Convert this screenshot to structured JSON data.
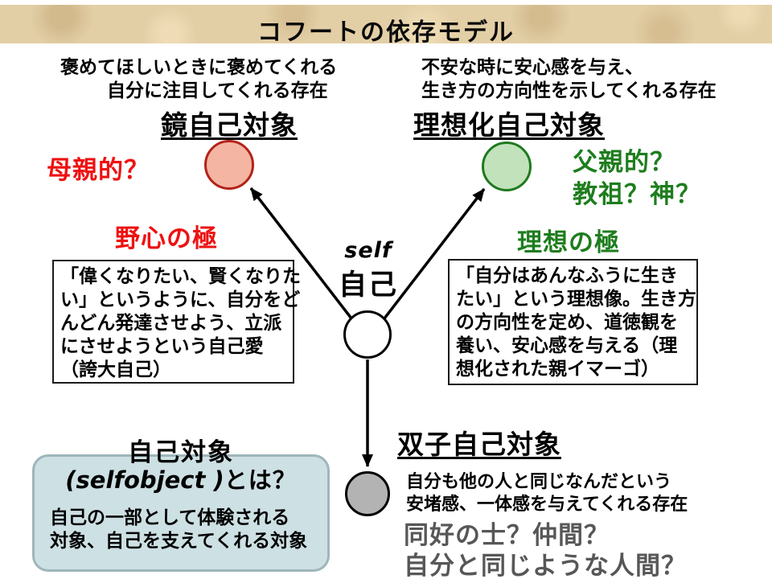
{
  "title": "コフートの依存モデル",
  "mirror": {
    "description_line1": "褒めてほしいときに褒めてくれる",
    "description_line2": "自分に注目してくれる存在",
    "heading": "鏡自己対象",
    "label": "母親的？",
    "pole": "野心の極",
    "box_lines": [
      "「偉くなりたい、賢くなりた",
      "い」というように、自分をど",
      "んどん発達させよう、立派",
      "にさせようという自己愛",
      "（誇大自己）"
    ]
  },
  "idealized": {
    "description_line1": "不安な時に安心感を与え、",
    "description_line2": "生き方の方向性を示してくれる存在",
    "heading": "理想化自己対象",
    "label_line1": "父親的？",
    "label_line2": "教祖？神？",
    "pole": "理想の極",
    "box_lines": [
      "「自分はあんなふうに生き",
      "たい」という理想像。生き方",
      "の方向性を定め、道徳観を",
      "養い、安心感を与える（理",
      "想化された親イマーゴ）"
    ]
  },
  "self_node": {
    "label_en": "self",
    "label_ja": "自己"
  },
  "twin": {
    "heading": "双子自己対象",
    "description_line1": "自分も他の人と同じなんだという",
    "description_line2": "安堵感、一体感を与えてくれる存在",
    "label_line1": "同好の士？仲間？",
    "label_line2": "自分と同じような人間？"
  },
  "definition_box": {
    "heading_line1": "自己対象",
    "heading_en": "(selfobject )",
    "heading_ja": "とは？",
    "body_line1": "自己の一部として体験される",
    "body_line2": "対象、自己を支えてくれる対象"
  },
  "colors": {
    "banner_bg": "#e3cfa6",
    "red_accent": "#ee1111",
    "green_accent": "#1e7d1e",
    "gray_accent": "#575757",
    "mirror_node_fill": "#f4b5a2",
    "mirror_node_border": "#b3231a",
    "ideal_node_fill": "#c2e2bb",
    "ideal_node_border": "#1e7a1e",
    "twin_node_fill": "#b3b3b3",
    "self_node_fill": "#ffffff",
    "definition_box_fill": "#cde0e3",
    "definition_box_border": "#9fb6ba"
  }
}
